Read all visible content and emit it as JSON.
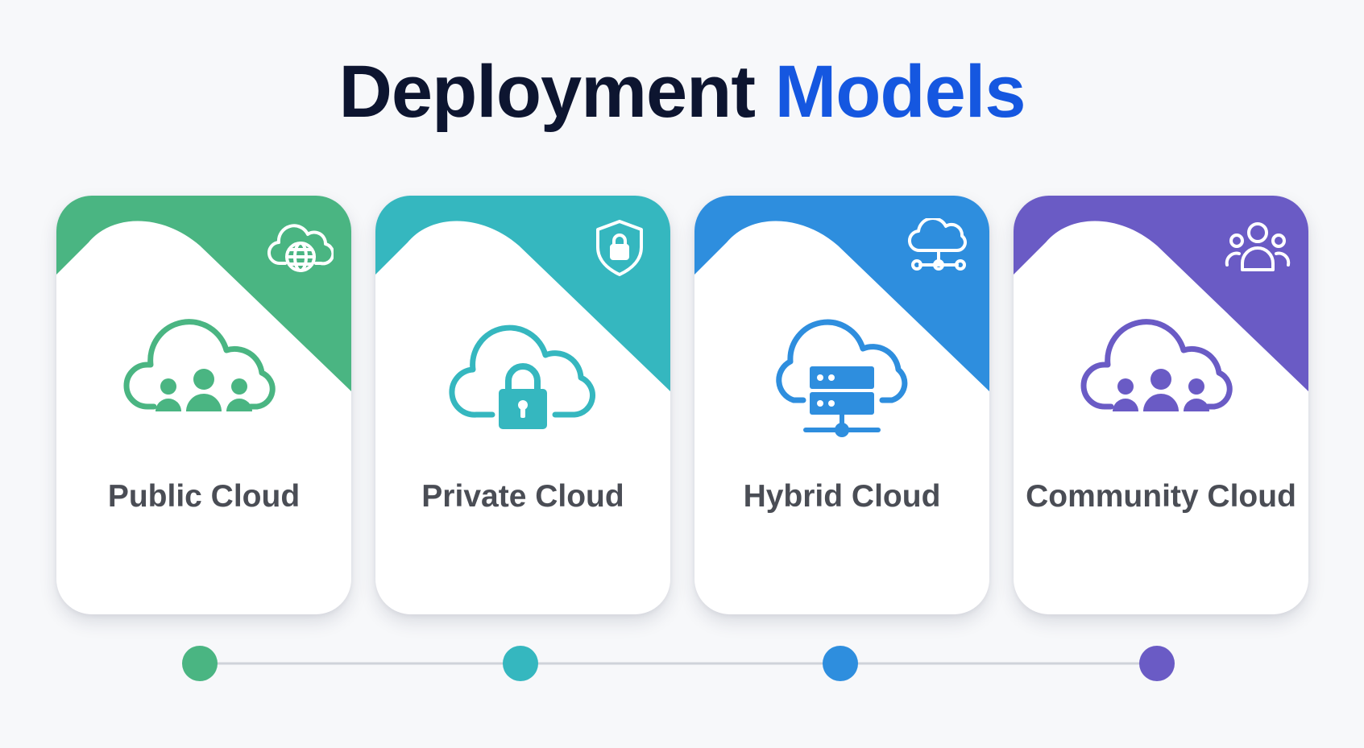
{
  "title": {
    "part1": "Deployment",
    "part2": "Models"
  },
  "colors": {
    "title_dark": "#0d1530",
    "title_accent": "#1557e0",
    "public": "#4ab582",
    "private": "#35b7bf",
    "hybrid": "#2e8ede",
    "community": "#6a5bc5",
    "timeline_line": "#cfd3da"
  },
  "cards": [
    {
      "label": "Public Cloud",
      "color": "#4ab582",
      "corner_icon": "globe-cloud-icon",
      "main_icon": "cloud-users-icon"
    },
    {
      "label": "Private Cloud",
      "color": "#35b7bf",
      "corner_icon": "shield-lock-icon",
      "main_icon": "cloud-lock-icon"
    },
    {
      "label": "Hybrid Cloud",
      "color": "#2e8ede",
      "corner_icon": "cloud-network-icon",
      "main_icon": "cloud-server-icon"
    },
    {
      "label": "Community Cloud",
      "color": "#6a5bc5",
      "corner_icon": "users-group-icon",
      "main_icon": "cloud-community-icon"
    }
  ]
}
